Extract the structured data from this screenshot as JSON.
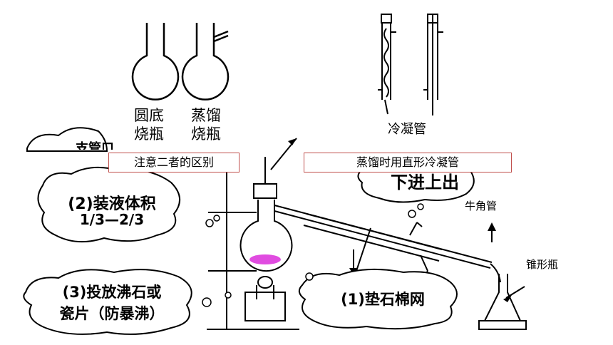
{
  "flask_labels": {
    "round_bottom": [
      "圆底",
      "烧瓶"
    ],
    "distillation": [
      "蒸馏",
      "烧瓶"
    ]
  },
  "condenser_label": "冷凝管",
  "notes": {
    "compare": "注意二者的区别",
    "straight_condenser": "蒸馏时用直形冷凝管",
    "flow": "下进上出",
    "partial": "支管口处"
  },
  "steps": {
    "fill_volume": [
      "(2)装液体积",
      "1/3—2/3"
    ],
    "boiling_chips": [
      "(3)投放沸石或",
      "瓷片（防暴沸）"
    ],
    "asbestos_gauze": "(1)垫石棉网"
  },
  "parts": {
    "adapter": "牛角管",
    "erlenmeyer": "锥形瓶"
  }
}
